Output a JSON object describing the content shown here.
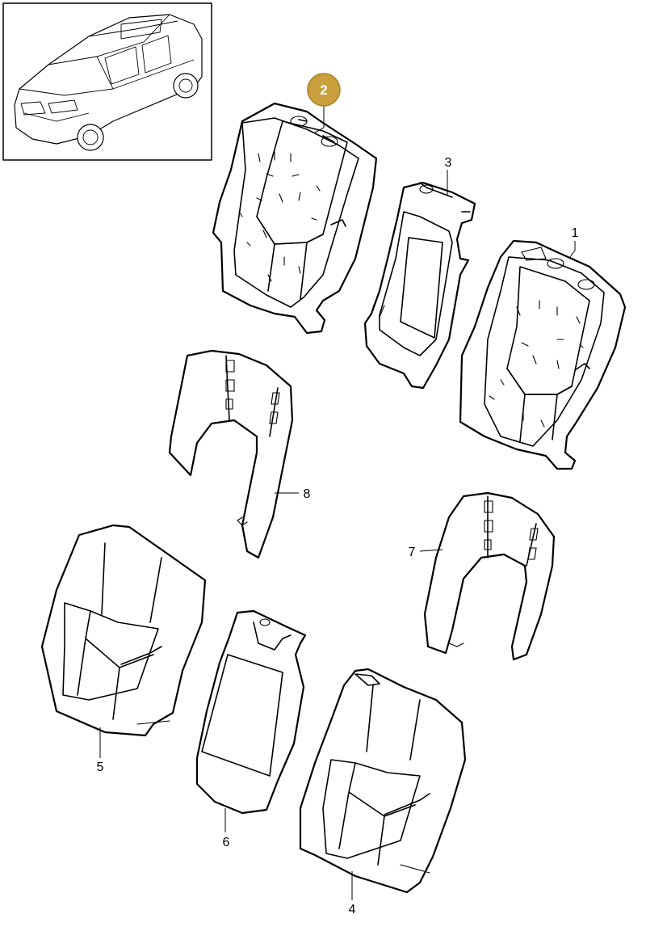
{
  "diagram": {
    "highlight_color": "#c9a03d",
    "vehicle_thumbnail": "suv-vehicle-outline",
    "callouts": [
      {
        "id": "c1",
        "label": "1"
      },
      {
        "id": "c2",
        "label": "2",
        "highlighted": true
      },
      {
        "id": "c3",
        "label": "3"
      },
      {
        "id": "c4",
        "label": "4"
      },
      {
        "id": "c5",
        "label": "5"
      },
      {
        "id": "c6",
        "label": "6"
      },
      {
        "id": "c7",
        "label": "7"
      },
      {
        "id": "c8",
        "label": "8"
      }
    ]
  }
}
